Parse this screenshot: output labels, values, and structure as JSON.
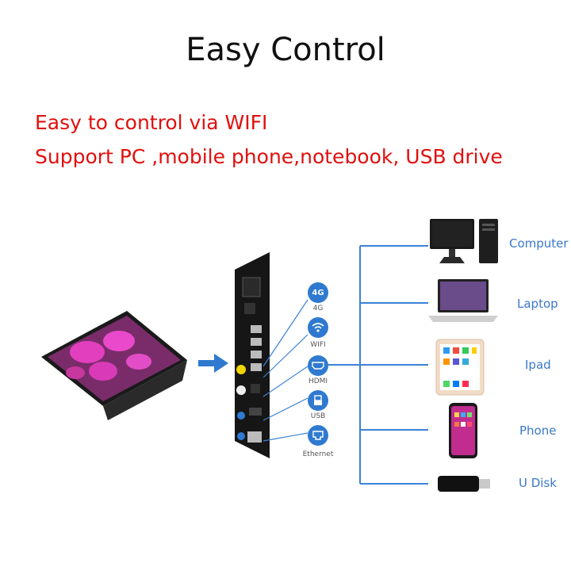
{
  "header": {
    "title": "Easy Control"
  },
  "features": [
    "Easy to control via WIFI",
    "Support PC ,mobile phone,notebook, USB drive"
  ],
  "ports": [
    {
      "label": "4G",
      "glyph": "4G"
    },
    {
      "label": "WIFI",
      "glyph": "wifi"
    },
    {
      "label": "HDMI",
      "glyph": "hdmi"
    },
    {
      "label": "USB",
      "glyph": "usb"
    },
    {
      "label": "Ethernet",
      "glyph": "ethernet"
    }
  ],
  "devices": [
    {
      "label": "Computer",
      "icon": "computer-icon"
    },
    {
      "label": "Laptop",
      "icon": "laptop-icon"
    },
    {
      "label": "Ipad",
      "icon": "ipad-icon"
    },
    {
      "label": "Phone",
      "icon": "phone-icon"
    },
    {
      "label": "U Disk",
      "icon": "usb-disk-icon"
    }
  ],
  "colors": {
    "accent": "#2f7ad0",
    "text_red": "#e0100e",
    "line": "#3b82d6"
  }
}
